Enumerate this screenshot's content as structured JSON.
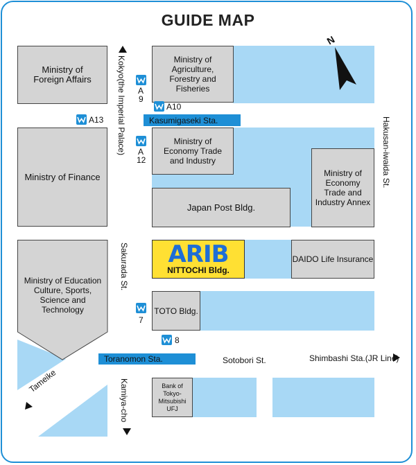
{
  "map": {
    "title": "GUIDE MAP",
    "colors": {
      "water": "#a8d8f5",
      "building": "#d4d4d4",
      "accent": "#1e8fd6",
      "arib": "#ffe033",
      "arib_text": "#1e6ed6"
    },
    "buildings": {
      "foreign": "Ministry of Foreign Affairs",
      "agri": "Ministry of Agriculture, Forestry and Fisheries",
      "finance": "Ministry of Finance",
      "economy": "Ministry of Economy Trade and Industry",
      "annex": "Ministry of Economy Trade and Industry Annex",
      "post": "Japan Post Bldg.",
      "education": "Ministry of Education Culture, Sports, Science and Technology",
      "daido": "DAIDO Life Insurance",
      "toto": "TOTO Bldg.",
      "bank": "Bank of Tokyo-Mitsubishi UFJ"
    },
    "arib": {
      "logo": "ARIB",
      "sub": "NITTOCHI Bldg."
    },
    "stations": {
      "kasumigaseki": "Kasumigaseki Sta.",
      "toranomon": "Toranomon Sta."
    },
    "exits": {
      "a9_letter": "A",
      "a9_num": "9",
      "a10": "A10",
      "a13": "A13",
      "a12_letter": "A",
      "a12_num": "12",
      "e7": "7",
      "e8": "8"
    },
    "streets": {
      "kokyo": "Kokyo(the Imperial Palace)",
      "hakusan": "Hakusan-iwaida St.",
      "sakurada": "Sakurada St.",
      "sotobori": "Sotobori St.",
      "shimbashi": "Shimbashi Sta.(JR Line)",
      "tameike": "Tameike",
      "kamiya": "Kamiya-cho"
    },
    "compass": "N"
  }
}
